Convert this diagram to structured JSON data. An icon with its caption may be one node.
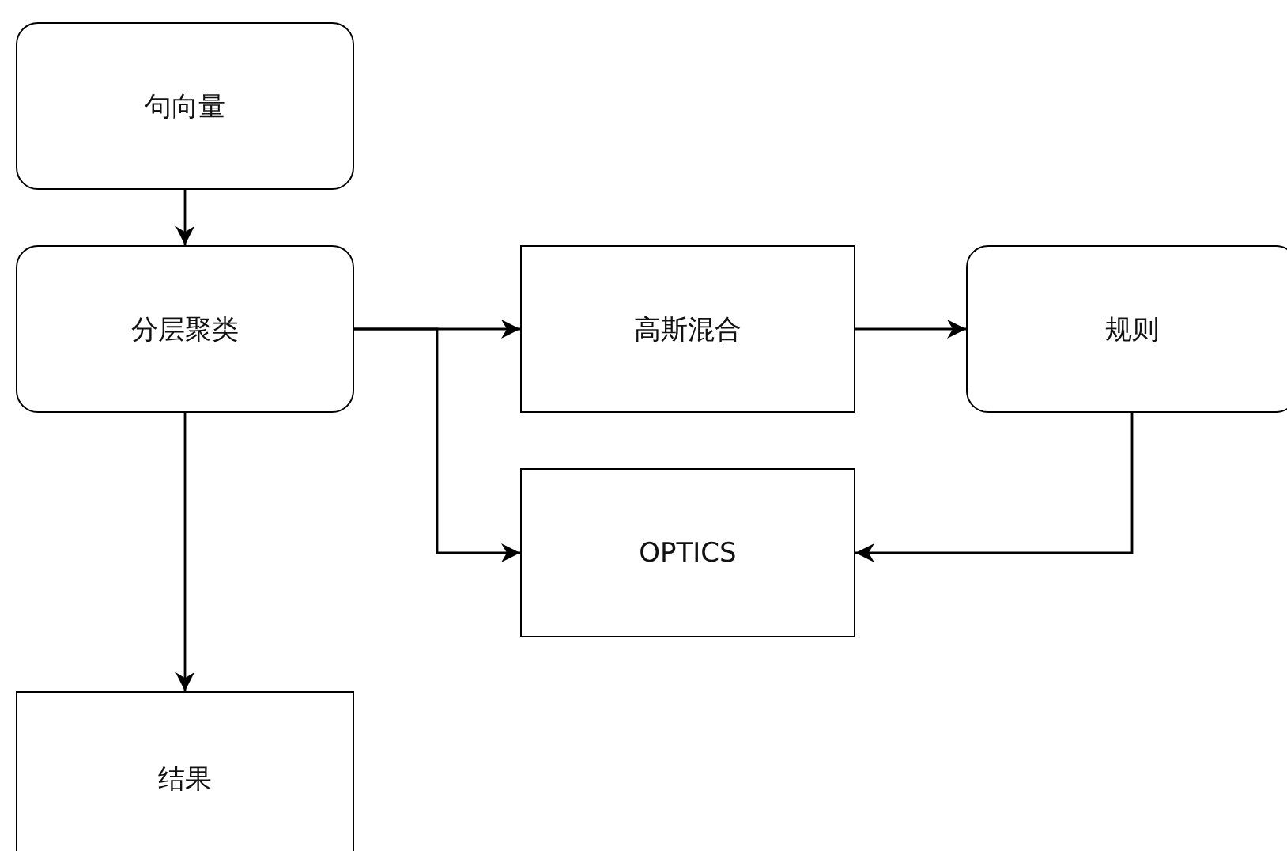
{
  "diagram": {
    "nodes": [
      {
        "text": [
          "句向量"
        ]
      },
      {
        "text": [
          "分层聚类"
        ]
      },
      {
        "text": [
          "高斯混合"
        ]
      },
      {
        "text": [
          "规则"
        ]
      },
      {
        "text": [
          "OPTICS"
        ]
      },
      {
        "text": [
          "结果"
        ]
      }
    ],
    "edges": [
      {
        "from": 0,
        "to": 1,
        "arrow": "to"
      },
      {
        "from": 1,
        "to": 2,
        "arrow": "to"
      },
      {
        "from": 1,
        "to": 4,
        "arrow": "to"
      },
      {
        "from": 2,
        "to": 3,
        "arrow": "to"
      },
      {
        "from": 3,
        "to": 4,
        "arrow": "to"
      },
      {
        "from": 1,
        "to": 5,
        "arrow": "to"
      }
    ]
  }
}
